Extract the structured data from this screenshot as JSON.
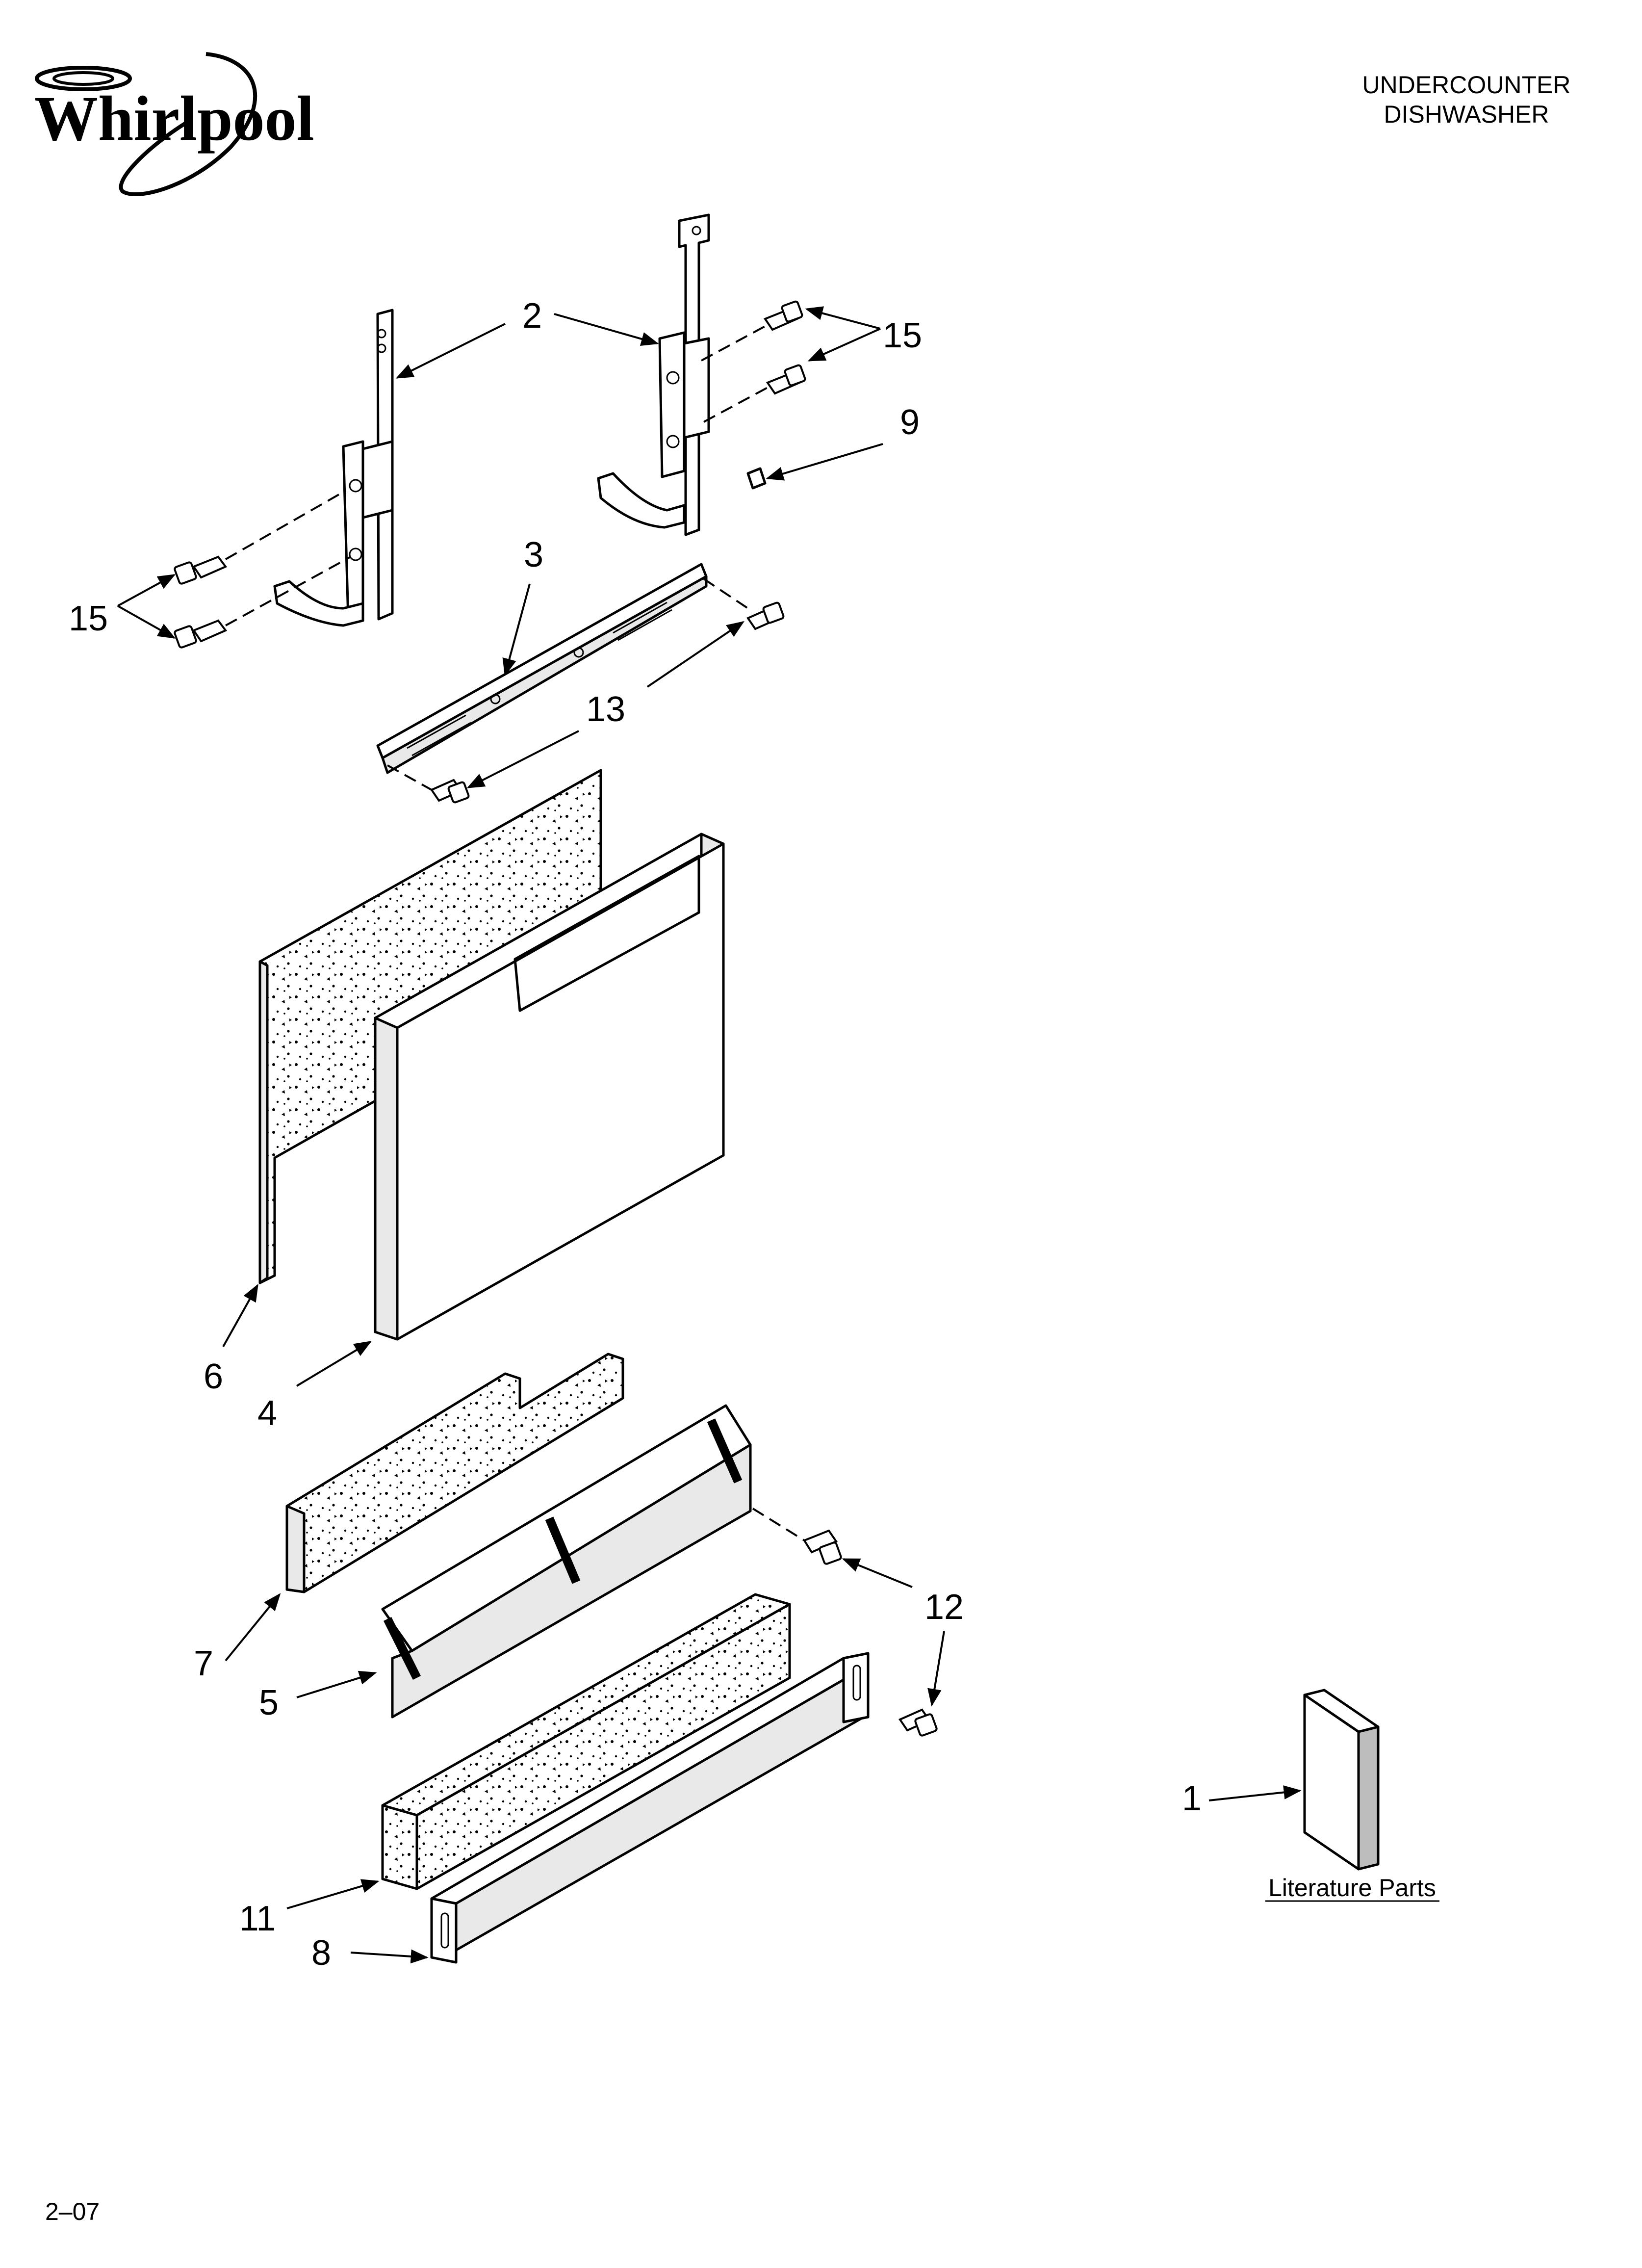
{
  "brand": {
    "logo_text": "Whirlpool"
  },
  "header": {
    "line1": "UNDERCOUNTER",
    "line2": "DISHWASHER"
  },
  "callouts": [
    {
      "id": "c2",
      "label": "2"
    },
    {
      "id": "c15a",
      "label": "15"
    },
    {
      "id": "c9",
      "label": "9"
    },
    {
      "id": "c3",
      "label": "3"
    },
    {
      "id": "c15b",
      "label": "15"
    },
    {
      "id": "c13",
      "label": "13"
    },
    {
      "id": "c6",
      "label": "6"
    },
    {
      "id": "c4",
      "label": "4"
    },
    {
      "id": "c12",
      "label": "12"
    },
    {
      "id": "c7",
      "label": "7"
    },
    {
      "id": "c5",
      "label": "5"
    },
    {
      "id": "c1",
      "label": "1"
    },
    {
      "id": "c11",
      "label": "11"
    },
    {
      "id": "c8",
      "label": "8"
    }
  ],
  "literature": {
    "label": "Literature Parts"
  },
  "footer": {
    "code": "2–07"
  }
}
